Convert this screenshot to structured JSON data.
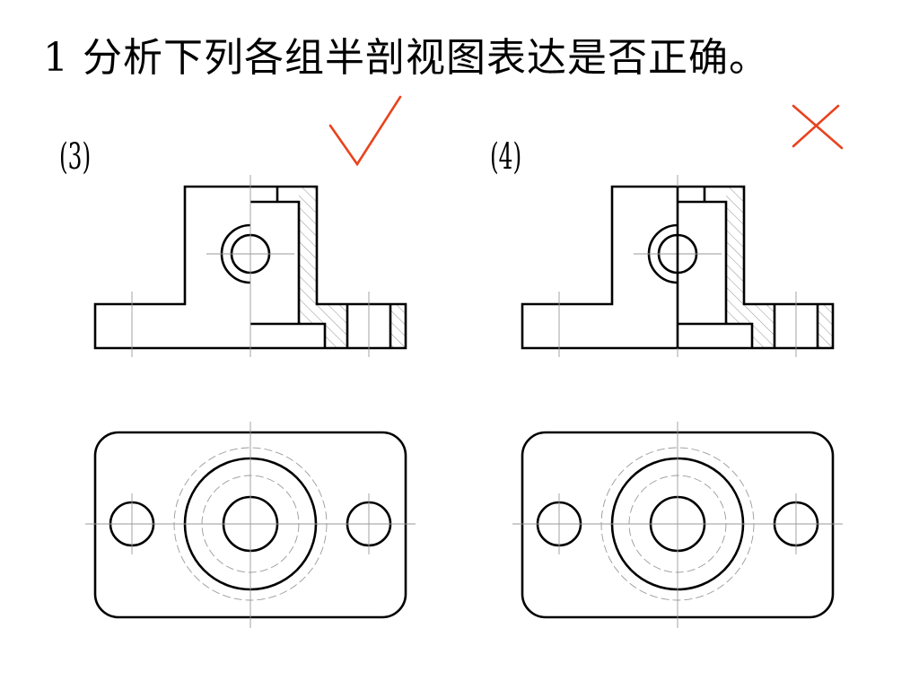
{
  "title": "1 分析下列各组半剖视图表达是否正确。",
  "drawings": [
    {
      "label": "(3)",
      "verdict": "correct",
      "mark_color": "#e8431e"
    },
    {
      "label": "(4)",
      "verdict": "incorrect",
      "mark_color": "#e8431e"
    }
  ]
}
